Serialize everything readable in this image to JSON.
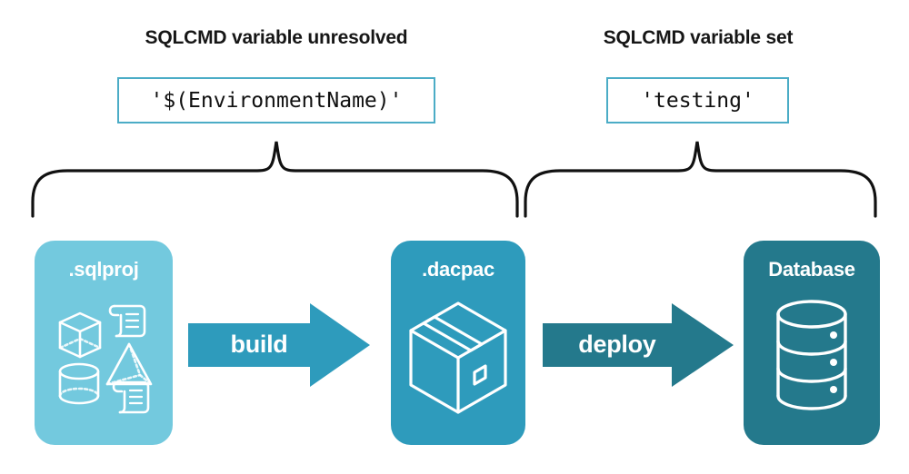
{
  "diagram": {
    "title_left": "SQLCMD variable unresolved",
    "title_right": "SQLCMD variable set",
    "value_left": "'$(EnvironmentName)'",
    "value_right": "'testing'",
    "colors": {
      "accent_border": "#4BACC6",
      "sqlproj_fill": "#73C9DE",
      "dacpac_fill": "#2E9BBC",
      "database_fill": "#24798C",
      "build_arrow": "#2E9BBC",
      "deploy_arrow": "#24798C",
      "text_dark": "#161616",
      "text_light": "#FFFFFF",
      "brace_stroke": "#000000",
      "background": "#FFFFFF"
    },
    "stages": [
      {
        "id": "sqlproj",
        "label": ".sqlproj",
        "icon": "shapes-and-scripts-icon",
        "icon_parts": [
          "cube-icon",
          "script-icon",
          "pyramid-icon",
          "cylinder-icon",
          "script-icon"
        ]
      },
      {
        "id": "dacpac",
        "label": ".dacpac",
        "icon": "package-box-icon",
        "icon_parts": [
          "package-box-icon"
        ]
      },
      {
        "id": "database",
        "label": "Database",
        "icon": "database-cylinder-icon",
        "icon_parts": [
          "database-cylinder-icon"
        ]
      }
    ],
    "arrows": [
      {
        "id": "build",
        "label": "build"
      },
      {
        "id": "deploy",
        "label": "deploy"
      }
    ],
    "braces": [
      {
        "id": "brace-left",
        "spans": [
          "sqlproj",
          "dacpac"
        ]
      },
      {
        "id": "brace-right",
        "spans": [
          "dacpac",
          "database"
        ]
      }
    ]
  }
}
